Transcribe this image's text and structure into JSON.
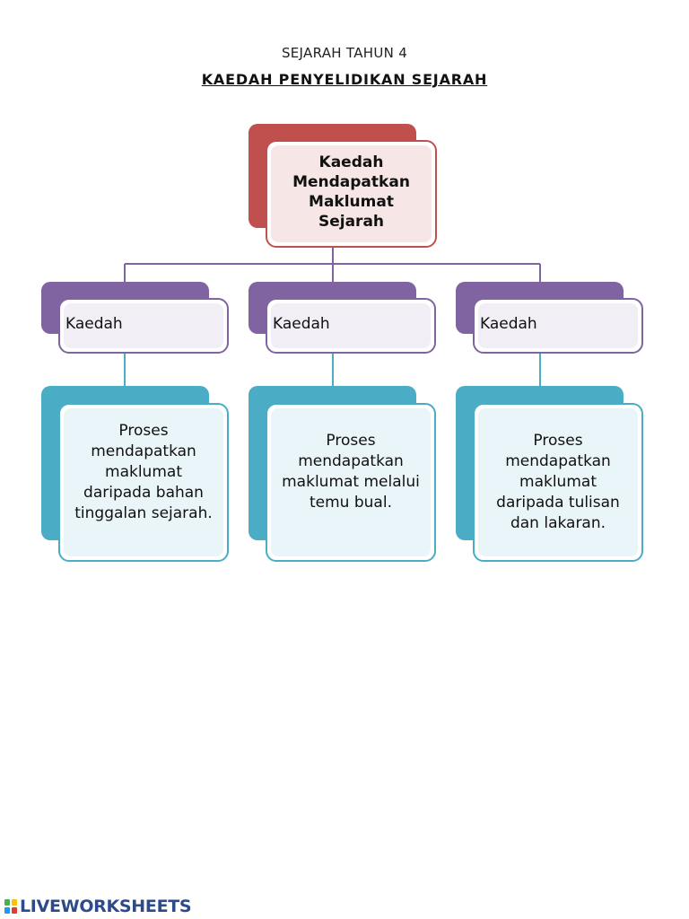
{
  "header": {
    "subtitle": "SEJARAH TAHUN 4",
    "title": "KAEDAH PENYELIDIKAN SEJARAH"
  },
  "diagram": {
    "root": {
      "label": "Kaedah Mendapatkan Maklumat Sejarah",
      "color": "#c0504d"
    },
    "methods": [
      {
        "label": "Kaedah",
        "description": "Proses mendapatkan maklumat daripada bahan tinggalan sejarah."
      },
      {
        "label": "Kaedah",
        "description": "Proses mendapatkan maklumat melalui temu bual."
      },
      {
        "label": "Kaedah",
        "description": "Proses mendapatkan maklumat daripada tulisan dan lakaran."
      }
    ],
    "method_color": "#8064a2",
    "description_color": "#4bacc6"
  },
  "footer": {
    "brand": "LIVEWORKSHEETS"
  }
}
